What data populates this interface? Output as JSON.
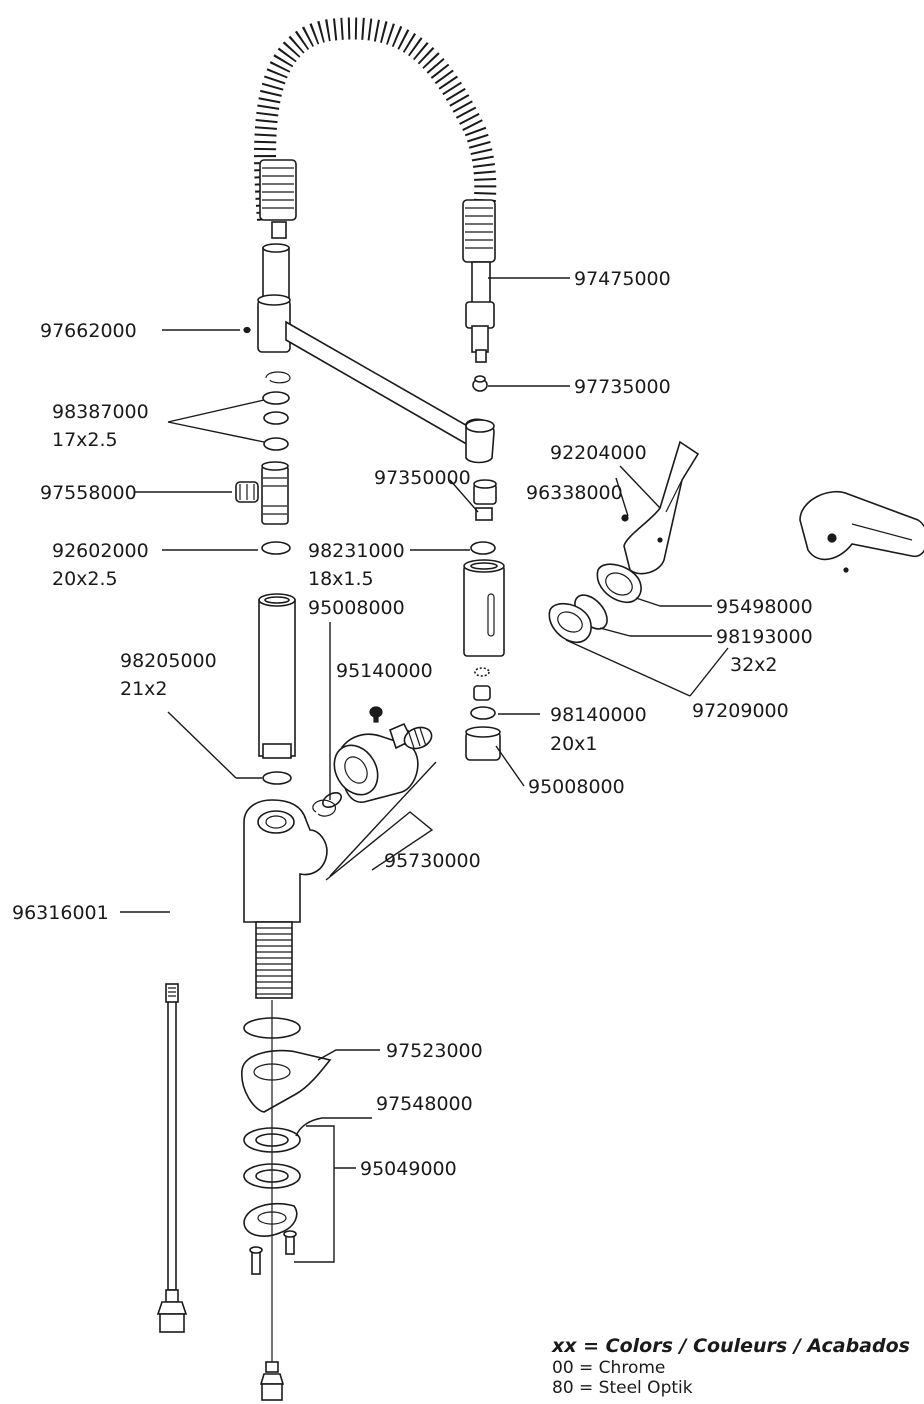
{
  "labels": {
    "l97475000": "97475000",
    "l97662000": "97662000",
    "l97735000": "97735000",
    "l98387000": "98387000",
    "l17x25": "17x2.5",
    "l92204000": "92204000",
    "l96338000": "96338000",
    "l97350000": "97350000",
    "l97558000": "97558000",
    "l92602000": "92602000",
    "l20x25": "20x2.5",
    "l98231000": "98231000",
    "l18x15": "18x1.5",
    "l95008000a": "95008000",
    "l95498000": "95498000",
    "l98193000": "98193000",
    "l32x2": "32x2",
    "l98205000": "98205000",
    "l21x2": "21x2",
    "l95140000": "95140000",
    "l98140000": "98140000",
    "l20x1": "20x1",
    "l97209000": "97209000",
    "l95008000b": "95008000",
    "l95730000": "95730000",
    "l96316001": "96316001",
    "l97523000": "97523000",
    "l97548000": "97548000",
    "l95049000": "95049000"
  },
  "legend": {
    "title": "xx = Colors / Couleurs / Acabados",
    "rows": [
      "00 = Chrome",
      "80 = Steel Optik"
    ]
  }
}
